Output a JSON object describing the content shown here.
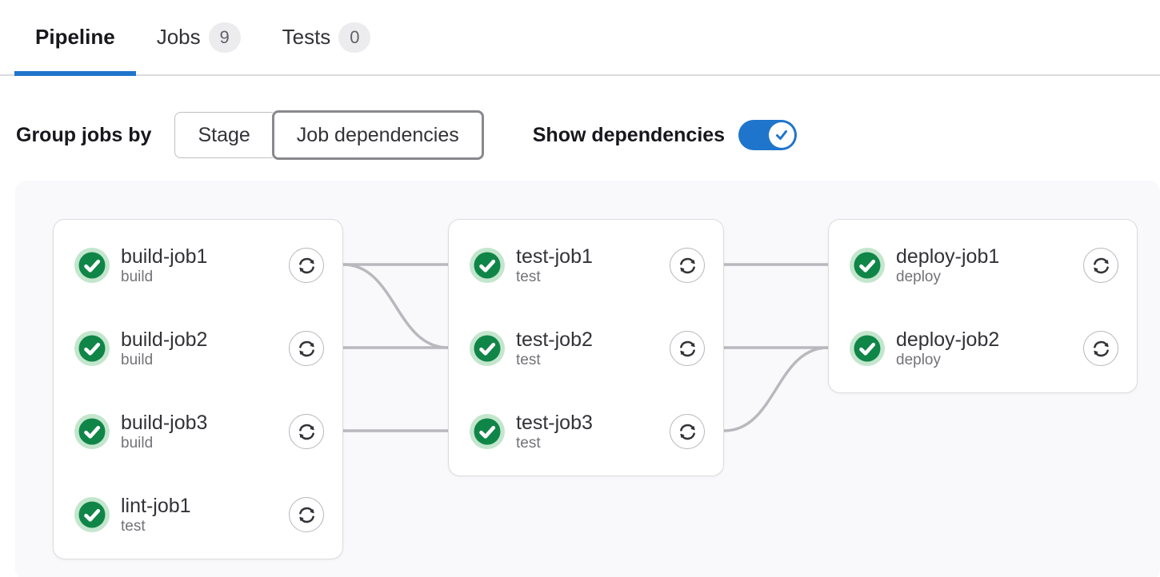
{
  "tabs": [
    {
      "label": "Pipeline",
      "active": true,
      "badge": null
    },
    {
      "label": "Jobs",
      "active": false,
      "badge": "9"
    },
    {
      "label": "Tests",
      "active": false,
      "badge": "0"
    }
  ],
  "controls": {
    "group_by_label": "Group jobs by",
    "group_by_options": [
      {
        "label": "Stage",
        "selected": false
      },
      {
        "label": "Job dependencies",
        "selected": true
      }
    ],
    "show_dependencies_label": "Show dependencies",
    "show_dependencies_on": true
  },
  "pipeline_graph": {
    "columns": [
      {
        "jobs": [
          {
            "name": "build-job1",
            "stage": "build",
            "status": "success",
            "action": "retry"
          },
          {
            "name": "build-job2",
            "stage": "build",
            "status": "success",
            "action": "retry"
          },
          {
            "name": "build-job3",
            "stage": "build",
            "status": "success",
            "action": "retry"
          },
          {
            "name": "lint-job1",
            "stage": "test",
            "status": "success",
            "action": "retry"
          }
        ]
      },
      {
        "jobs": [
          {
            "name": "test-job1",
            "stage": "test",
            "status": "success",
            "action": "retry"
          },
          {
            "name": "test-job2",
            "stage": "test",
            "status": "success",
            "action": "retry"
          },
          {
            "name": "test-job3",
            "stage": "test",
            "status": "success",
            "action": "retry"
          }
        ]
      },
      {
        "jobs": [
          {
            "name": "deploy-job1",
            "stage": "deploy",
            "status": "success",
            "action": "retry"
          },
          {
            "name": "deploy-job2",
            "stage": "deploy",
            "status": "success",
            "action": "retry"
          }
        ]
      }
    ],
    "dependencies": [
      {
        "from": "build-job1",
        "to": "test-job1"
      },
      {
        "from": "build-job1",
        "to": "test-job2"
      },
      {
        "from": "build-job2",
        "to": "test-job2"
      },
      {
        "from": "build-job3",
        "to": "test-job3"
      },
      {
        "from": "test-job1",
        "to": "deploy-job1"
      },
      {
        "from": "test-job2",
        "to": "deploy-job2"
      },
      {
        "from": "test-job3",
        "to": "deploy-job2"
      }
    ]
  },
  "colors": {
    "accent_blue": "#1f75cb",
    "success_green": "#108548",
    "success_green_halo": "#c3e6cd",
    "edge_line": "#b9b8be",
    "badge_bg": "#ececef",
    "panel_bg": "#f9f9fb"
  }
}
